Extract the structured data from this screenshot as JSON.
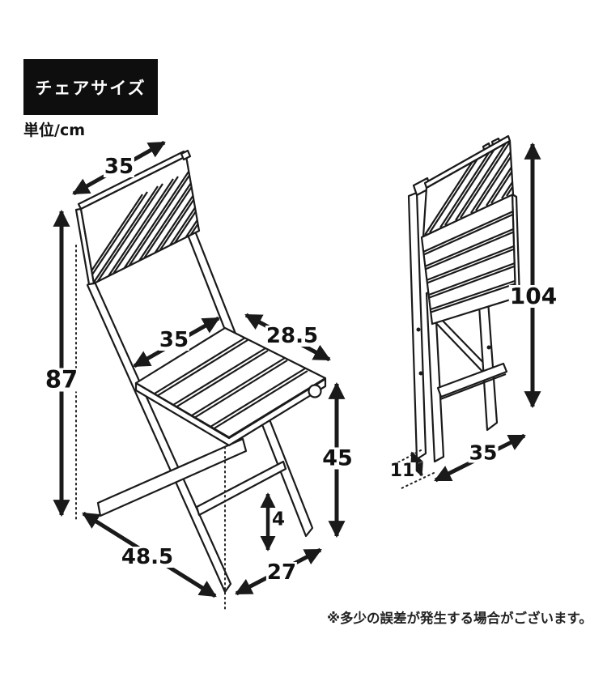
{
  "header": {
    "badge_title": "チェアサイズ",
    "unit_label": "単位/cm"
  },
  "dimensions": {
    "open": {
      "back_width": "35",
      "height": "87",
      "seat_width": "35",
      "seat_depth": "28.5",
      "seat_height": "45",
      "clearance": "4",
      "floor_depth": "48.5",
      "front_span": "27"
    },
    "folded": {
      "height": "104",
      "depth": "11",
      "width": "35"
    }
  },
  "footer": {
    "note": "※多少の誤差が発生する場合がございます。"
  },
  "colors": {
    "line": "#1a1a1a",
    "badge_bg": "#0e0e0e",
    "badge_text": "#ffffff",
    "background": "#ffffff"
  }
}
